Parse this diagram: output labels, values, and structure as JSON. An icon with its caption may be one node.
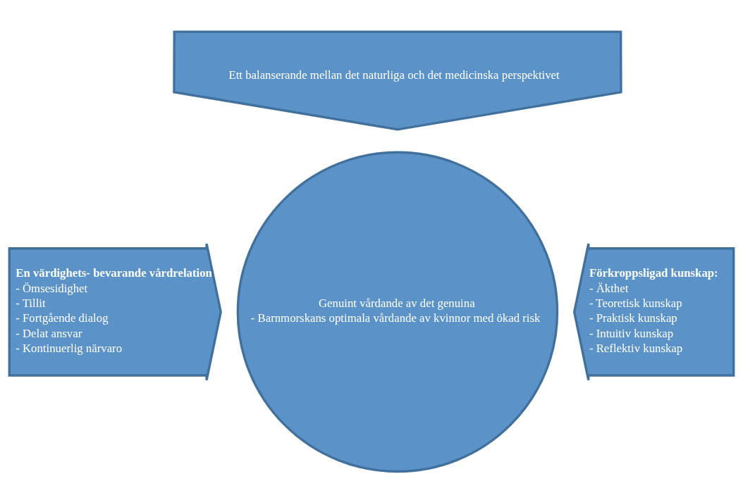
{
  "diagram": {
    "nodes": [
      {
        "text": [
          "Ett balanserande mellan det naturliga och det medicinska perspektivet"
        ]
      },
      {
        "text": [
          "Genuint vårdande av det genuina",
          "- Barnmorskans optimala vårdande av kvinnor med ökad risk"
        ]
      },
      {
        "text": [
          "En värdighets- bevarande vårdrelation",
          "- Ömsesidighet",
          "- Tillit",
          "- Fortgående dialog",
          "- Delat ansvar",
          "- Kontinuerlig närvaro"
        ]
      },
      {
        "text": [
          "Förkroppsligad kunskap:",
          "- Äkthet",
          "- Teoretisk kunskap",
          "- Praktisk kunskap",
          "- Intuitiv kunskap",
          "- Reflektiv kunskap"
        ]
      }
    ]
  }
}
